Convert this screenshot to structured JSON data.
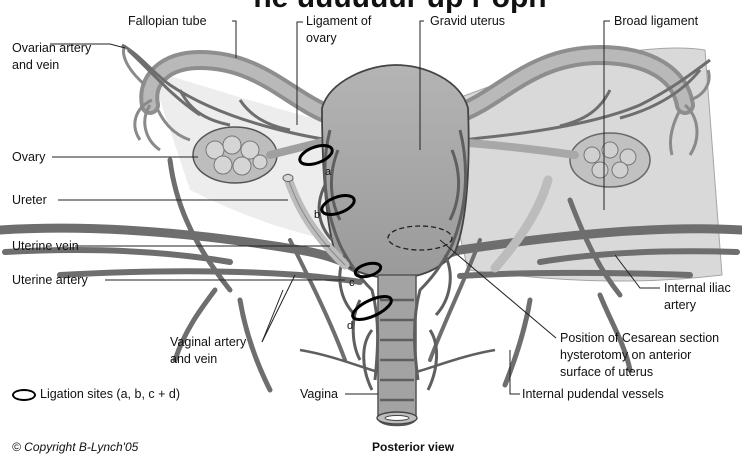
{
  "header": {
    "clipped_title": "ne uuuuuur up r opn"
  },
  "labels": {
    "fallopian_tube": "Fallopian tube",
    "ligament_of_ovary_1": "Ligament of",
    "ligament_of_ovary_2": "ovary",
    "gravid_uterus": "Gravid uterus",
    "broad_ligament": "Broad ligament",
    "ovarian_artery_1": "Ovarian artery",
    "ovarian_artery_2": "and vein",
    "ovary": "Ovary",
    "ureter": "Ureter",
    "uterine_vein": "Uterine vein",
    "uterine_artery": "Uterine artery",
    "internal_iliac_1": "Internal iliac",
    "internal_iliac_2": "artery",
    "vaginal_artery_1": "Vaginal artery",
    "vaginal_artery_2": "and vein",
    "cesarean_1": "Position of Cesarean section",
    "cesarean_2": "hysterotomy on anterior",
    "cesarean_3": "surface of uterus",
    "vagina": "Vagina",
    "internal_pudendal": "Internal pudendal vessels",
    "ligation_key": "Ligation sites (a, b, c + d)",
    "site_a": "a",
    "site_b": "b",
    "site_c": "c",
    "site_d": "d"
  },
  "footer": {
    "copyright": "© Copyright B-Lynch'05",
    "view": "Posterior view"
  },
  "colors": {
    "tissue": "#9d9d9d",
    "tissue_light": "#c4c4c4",
    "vessel": "#6e6e6e",
    "outline": "#333333",
    "ligament": "#cfcfcf"
  }
}
